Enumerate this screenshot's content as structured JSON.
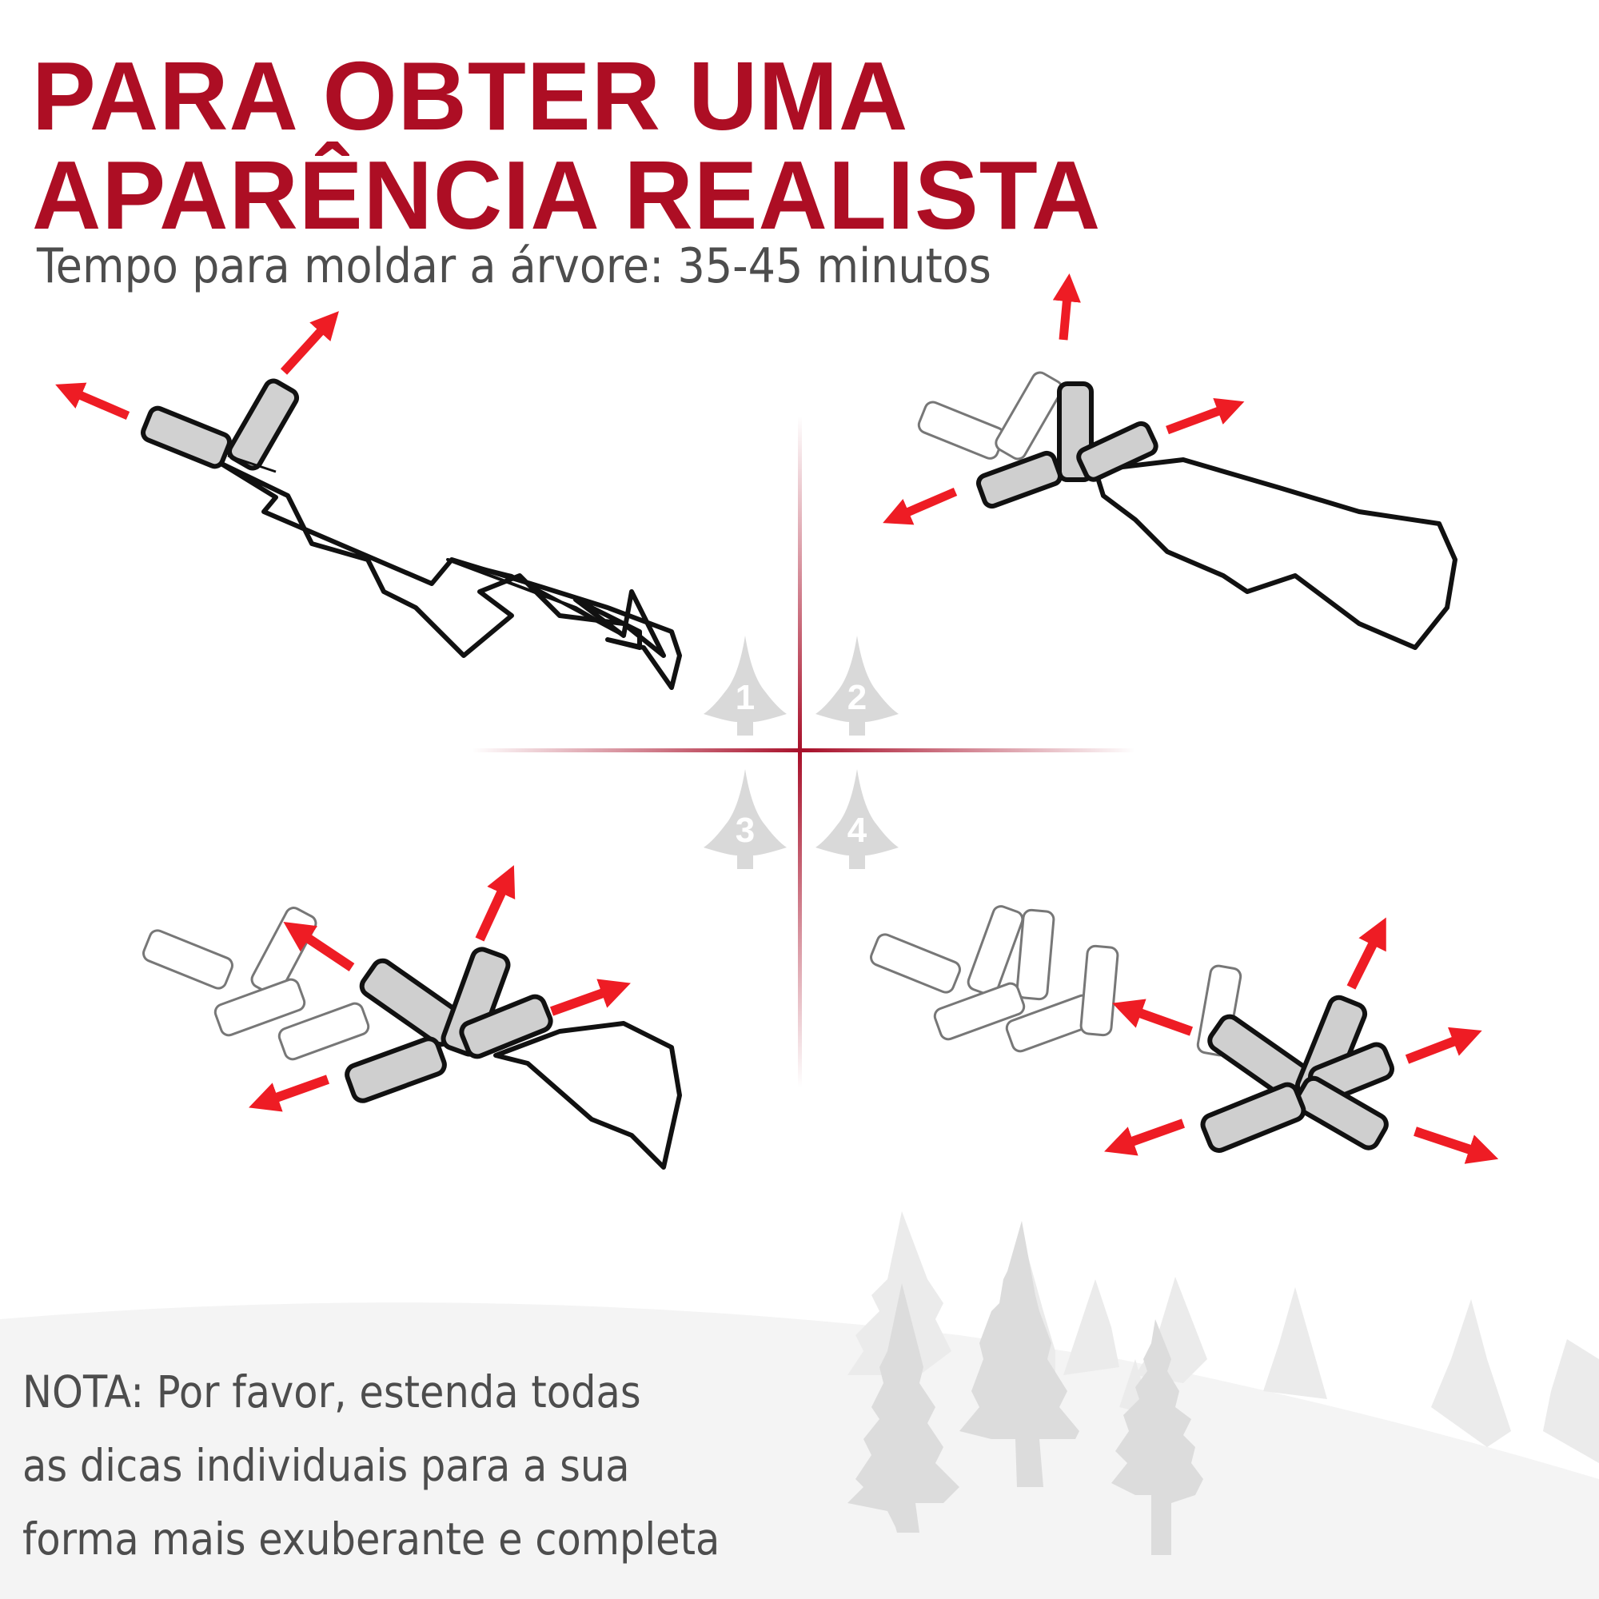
{
  "header": {
    "title_line1": "PARA OBTER UMA",
    "title_line2": "APARÊNCIA REALISTA",
    "subtitle": "Tempo para moldar a árvore: 35-45 minutos"
  },
  "steps": [
    {
      "number": "1",
      "label": "1",
      "icon": "tree-step-icon"
    },
    {
      "number": "2",
      "label": "2",
      "icon": "tree-step-icon"
    },
    {
      "number": "3",
      "label": "3",
      "icon": "tree-step-icon"
    },
    {
      "number": "4",
      "label": "4",
      "icon": "tree-step-icon"
    }
  ],
  "note": {
    "line1": "NOTA: Por favor, estenda todas",
    "line2": "as dicas individuais para a sua",
    "line3": "forma mais exuberante e completa"
  },
  "colors": {
    "title": "#ad0e24",
    "body_text": "#4d4d4d",
    "arrow": "#ee1c24",
    "divider": "#a8102a",
    "step_tree": "#d9d9d9",
    "branch_fill": "#cfcfcf",
    "snow_ground": "#f4f4f4",
    "background_trees": "#dcdcdc"
  }
}
